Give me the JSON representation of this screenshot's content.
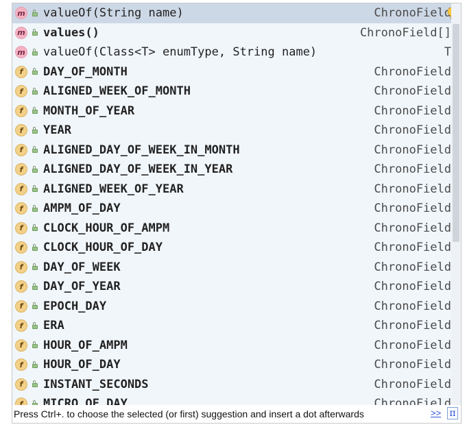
{
  "items": [
    {
      "kind": "m",
      "name": "valueOf(String name)",
      "type": "ChronoField",
      "bold": false,
      "selected": true
    },
    {
      "kind": "m",
      "name": "values()",
      "type": "ChronoField[]",
      "bold": true,
      "selected": false
    },
    {
      "kind": "m",
      "name": "valueOf(Class<T> enumType, String name)",
      "type": "T",
      "bold": false,
      "selected": false
    },
    {
      "kind": "f",
      "name": "DAY_OF_MONTH",
      "type": "ChronoField",
      "bold": true,
      "selected": false
    },
    {
      "kind": "f",
      "name": "ALIGNED_WEEK_OF_MONTH",
      "type": "ChronoField",
      "bold": true,
      "selected": false
    },
    {
      "kind": "f",
      "name": "MONTH_OF_YEAR",
      "type": "ChronoField",
      "bold": true,
      "selected": false
    },
    {
      "kind": "f",
      "name": "YEAR",
      "type": "ChronoField",
      "bold": true,
      "selected": false
    },
    {
      "kind": "f",
      "name": "ALIGNED_DAY_OF_WEEK_IN_MONTH",
      "type": "ChronoField",
      "bold": true,
      "selected": false
    },
    {
      "kind": "f",
      "name": "ALIGNED_DAY_OF_WEEK_IN_YEAR",
      "type": "ChronoField",
      "bold": true,
      "selected": false
    },
    {
      "kind": "f",
      "name": "ALIGNED_WEEK_OF_YEAR",
      "type": "ChronoField",
      "bold": true,
      "selected": false
    },
    {
      "kind": "f",
      "name": "AMPM_OF_DAY",
      "type": "ChronoField",
      "bold": true,
      "selected": false
    },
    {
      "kind": "f",
      "name": "CLOCK_HOUR_OF_AMPM",
      "type": "ChronoField",
      "bold": true,
      "selected": false
    },
    {
      "kind": "f",
      "name": "CLOCK_HOUR_OF_DAY",
      "type": "ChronoField",
      "bold": true,
      "selected": false
    },
    {
      "kind": "f",
      "name": "DAY_OF_WEEK",
      "type": "ChronoField",
      "bold": true,
      "selected": false
    },
    {
      "kind": "f",
      "name": "DAY_OF_YEAR",
      "type": "ChronoField",
      "bold": true,
      "selected": false
    },
    {
      "kind": "f",
      "name": "EPOCH_DAY",
      "type": "ChronoField",
      "bold": true,
      "selected": false
    },
    {
      "kind": "f",
      "name": "ERA",
      "type": "ChronoField",
      "bold": true,
      "selected": false
    },
    {
      "kind": "f",
      "name": "HOUR_OF_AMPM",
      "type": "ChronoField",
      "bold": true,
      "selected": false
    },
    {
      "kind": "f",
      "name": "HOUR_OF_DAY",
      "type": "ChronoField",
      "bold": true,
      "selected": false
    },
    {
      "kind": "f",
      "name": "INSTANT_SECONDS",
      "type": "ChronoField",
      "bold": true,
      "selected": false
    },
    {
      "kind": "f",
      "name": "MICRO_OF_DAY",
      "type": "ChronoField",
      "bold": true,
      "selected": false
    }
  ],
  "icons": {
    "method": {
      "glyph": "m",
      "name": "method-icon"
    },
    "field": {
      "glyph": "f",
      "name": "field-icon"
    },
    "visibility": "public-lock-icon",
    "intention": "lightbulb-icon",
    "pi": "π"
  },
  "footer": {
    "hint": "Press Ctrl+. to choose the selected (or first) suggestion and insert a dot afterwards",
    "more_link": ">>"
  },
  "colors": {
    "selection": "#cdd8e6",
    "background": "#f1f6fb",
    "link": "#2a4fd4"
  }
}
